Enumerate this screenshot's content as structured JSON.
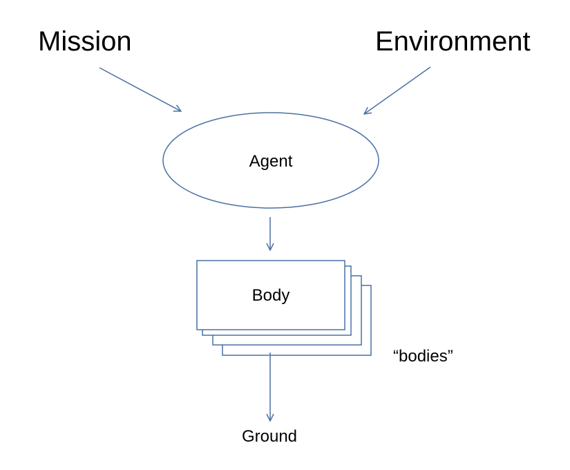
{
  "diagram": {
    "colors": {
      "stroke": "#4a6fa5",
      "text": "#000000",
      "background": "#ffffff"
    },
    "labels": {
      "mission": "Mission",
      "environment": "Environment",
      "agent": "Agent",
      "body": "Body",
      "bodies": "“bodies”",
      "ground": "Ground"
    },
    "edges": [
      {
        "from": "Mission",
        "to": "Agent"
      },
      {
        "from": "Environment",
        "to": "Agent"
      },
      {
        "from": "Agent",
        "to": "Body"
      },
      {
        "from": "Body",
        "to": "Ground"
      }
    ]
  }
}
